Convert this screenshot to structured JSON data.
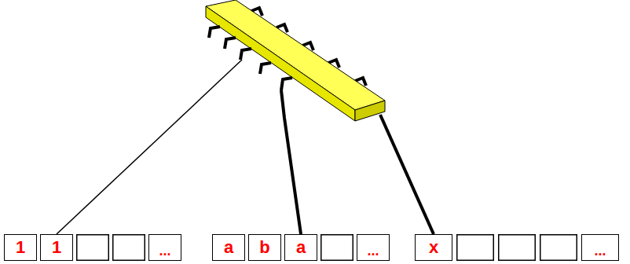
{
  "diagram": {
    "nodes": [
      {
        "text": [
          "1"
        ]
      },
      {
        "text": [
          "1"
        ]
      },
      {
        "text": [
          "..."
        ]
      },
      {
        "text": [
          "a"
        ]
      },
      {
        "text": [
          "b"
        ]
      },
      {
        "text": [
          "a"
        ]
      },
      {
        "text": [
          "..."
        ]
      },
      {
        "text": [
          "x"
        ]
      },
      {
        "text": [
          "..."
        ]
      }
    ]
  }
}
